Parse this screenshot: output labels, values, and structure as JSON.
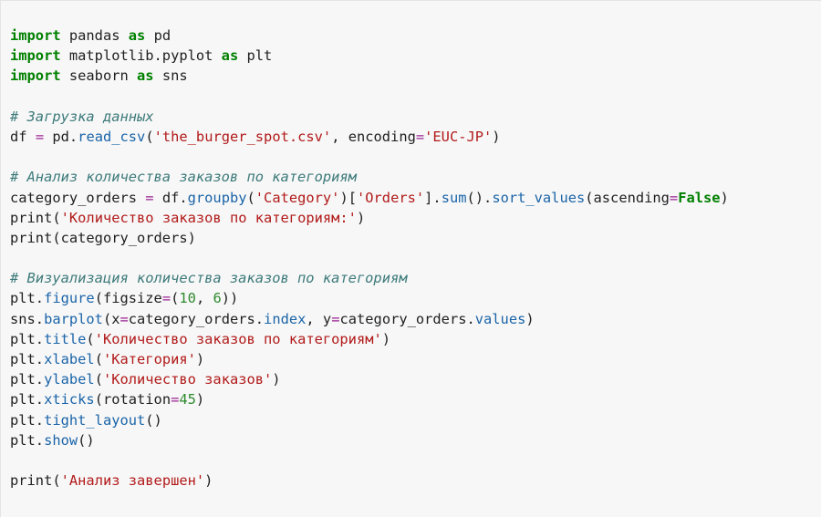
{
  "code": {
    "lines": [
      {
        "tokens": [
          {
            "t": "import",
            "c": "kw"
          },
          {
            "t": " pandas ",
            "c": "plain"
          },
          {
            "t": "as",
            "c": "kw"
          },
          {
            "t": " pd",
            "c": "plain"
          }
        ]
      },
      {
        "tokens": [
          {
            "t": "import",
            "c": "kw"
          },
          {
            "t": " matplotlib.pyplot ",
            "c": "plain"
          },
          {
            "t": "as",
            "c": "kw"
          },
          {
            "t": " plt",
            "c": "plain"
          }
        ]
      },
      {
        "tokens": [
          {
            "t": "import",
            "c": "kw"
          },
          {
            "t": " seaborn ",
            "c": "plain"
          },
          {
            "t": "as",
            "c": "kw"
          },
          {
            "t": " sns",
            "c": "plain"
          }
        ]
      },
      {
        "tokens": []
      },
      {
        "tokens": [
          {
            "t": "# Загрузка данных",
            "c": "cm"
          }
        ]
      },
      {
        "tokens": [
          {
            "t": "df ",
            "c": "plain"
          },
          {
            "t": "=",
            "c": "op"
          },
          {
            "t": " pd.",
            "c": "plain"
          },
          {
            "t": "read_csv",
            "c": "fn"
          },
          {
            "t": "(",
            "c": "plain"
          },
          {
            "t": "'the_burger_spot.csv'",
            "c": "str"
          },
          {
            "t": ", encoding",
            "c": "plain"
          },
          {
            "t": "=",
            "c": "op"
          },
          {
            "t": "'EUC-JP'",
            "c": "str"
          },
          {
            "t": ")",
            "c": "plain"
          }
        ]
      },
      {
        "tokens": []
      },
      {
        "tokens": [
          {
            "t": "# Анализ количества заказов по категориям",
            "c": "cm"
          }
        ]
      },
      {
        "tokens": [
          {
            "t": "category_orders ",
            "c": "plain"
          },
          {
            "t": "=",
            "c": "op"
          },
          {
            "t": " df.",
            "c": "plain"
          },
          {
            "t": "groupby",
            "c": "fn"
          },
          {
            "t": "(",
            "c": "plain"
          },
          {
            "t": "'Category'",
            "c": "str"
          },
          {
            "t": ")[",
            "c": "plain"
          },
          {
            "t": "'Orders'",
            "c": "str"
          },
          {
            "t": "].",
            "c": "plain"
          },
          {
            "t": "sum",
            "c": "fn"
          },
          {
            "t": "().",
            "c": "plain"
          },
          {
            "t": "sort_values",
            "c": "fn"
          },
          {
            "t": "(ascending",
            "c": "plain"
          },
          {
            "t": "=",
            "c": "op"
          },
          {
            "t": "False",
            "c": "kw"
          },
          {
            "t": ")",
            "c": "plain"
          }
        ]
      },
      {
        "tokens": [
          {
            "t": "print",
            "c": "plain"
          },
          {
            "t": "(",
            "c": "plain"
          },
          {
            "t": "'Количество заказов по категориям:'",
            "c": "str"
          },
          {
            "t": ")",
            "c": "plain"
          }
        ]
      },
      {
        "tokens": [
          {
            "t": "print",
            "c": "plain"
          },
          {
            "t": "(category_orders)",
            "c": "plain"
          }
        ]
      },
      {
        "tokens": []
      },
      {
        "tokens": [
          {
            "t": "# Визуализация количества заказов по категориям",
            "c": "cm"
          }
        ]
      },
      {
        "tokens": [
          {
            "t": "plt.",
            "c": "plain"
          },
          {
            "t": "figure",
            "c": "fn"
          },
          {
            "t": "(figsize",
            "c": "plain"
          },
          {
            "t": "=",
            "c": "op"
          },
          {
            "t": "(",
            "c": "plain"
          },
          {
            "t": "10",
            "c": "num"
          },
          {
            "t": ", ",
            "c": "plain"
          },
          {
            "t": "6",
            "c": "num"
          },
          {
            "t": "))",
            "c": "plain"
          }
        ]
      },
      {
        "tokens": [
          {
            "t": "sns.",
            "c": "plain"
          },
          {
            "t": "barplot",
            "c": "fn"
          },
          {
            "t": "(x",
            "c": "plain"
          },
          {
            "t": "=",
            "c": "op"
          },
          {
            "t": "category_orders.",
            "c": "plain"
          },
          {
            "t": "index",
            "c": "fn"
          },
          {
            "t": ", y",
            "c": "plain"
          },
          {
            "t": "=",
            "c": "op"
          },
          {
            "t": "category_orders.",
            "c": "plain"
          },
          {
            "t": "values",
            "c": "fn"
          },
          {
            "t": ")",
            "c": "plain"
          }
        ]
      },
      {
        "tokens": [
          {
            "t": "plt.",
            "c": "plain"
          },
          {
            "t": "title",
            "c": "fn"
          },
          {
            "t": "(",
            "c": "plain"
          },
          {
            "t": "'Количество заказов по категориям'",
            "c": "str"
          },
          {
            "t": ")",
            "c": "plain"
          }
        ]
      },
      {
        "tokens": [
          {
            "t": "plt.",
            "c": "plain"
          },
          {
            "t": "xlabel",
            "c": "fn"
          },
          {
            "t": "(",
            "c": "plain"
          },
          {
            "t": "'Категория'",
            "c": "str"
          },
          {
            "t": ")",
            "c": "plain"
          }
        ]
      },
      {
        "tokens": [
          {
            "t": "plt.",
            "c": "plain"
          },
          {
            "t": "ylabel",
            "c": "fn"
          },
          {
            "t": "(",
            "c": "plain"
          },
          {
            "t": "'Количество заказов'",
            "c": "str"
          },
          {
            "t": ")",
            "c": "plain"
          }
        ]
      },
      {
        "tokens": [
          {
            "t": "plt.",
            "c": "plain"
          },
          {
            "t": "xticks",
            "c": "fn"
          },
          {
            "t": "(rotation",
            "c": "plain"
          },
          {
            "t": "=",
            "c": "op"
          },
          {
            "t": "45",
            "c": "num"
          },
          {
            "t": ")",
            "c": "plain"
          }
        ]
      },
      {
        "tokens": [
          {
            "t": "plt.",
            "c": "plain"
          },
          {
            "t": "tight_layout",
            "c": "fn"
          },
          {
            "t": "()",
            "c": "plain"
          }
        ]
      },
      {
        "tokens": [
          {
            "t": "plt.",
            "c": "plain"
          },
          {
            "t": "show",
            "c": "fn"
          },
          {
            "t": "()",
            "c": "plain"
          }
        ]
      },
      {
        "tokens": []
      },
      {
        "tokens": [
          {
            "t": "print",
            "c": "plain"
          },
          {
            "t": "(",
            "c": "plain"
          },
          {
            "t": "'Анализ завершен'",
            "c": "str"
          },
          {
            "t": ")",
            "c": "plain"
          }
        ]
      }
    ]
  },
  "colors": {
    "background": "#f7f7f7",
    "keyword": "#008000",
    "function": "#1a64a8",
    "string": "#b21a1a",
    "number": "#2f8a2f",
    "operator": "#9b2393",
    "comment": "#3d7a7a"
  }
}
